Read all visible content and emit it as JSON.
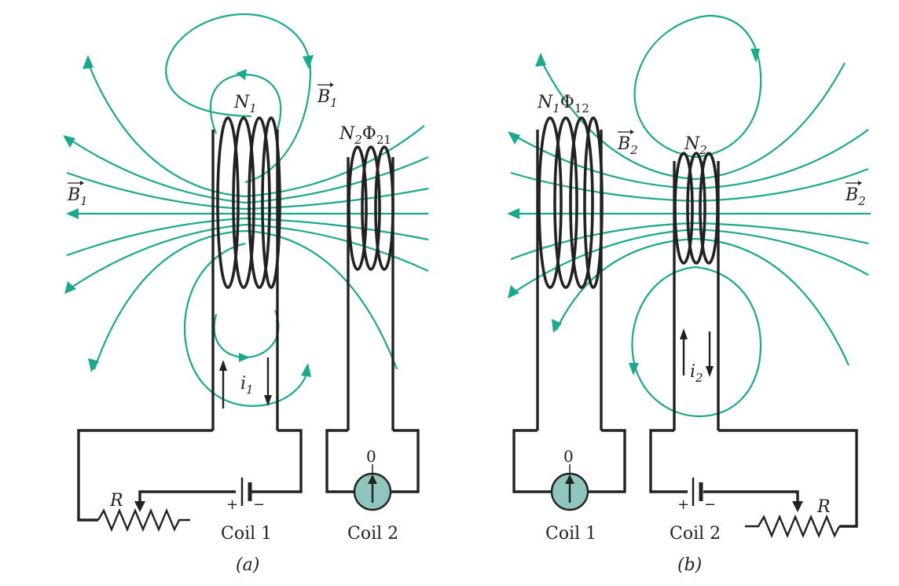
{
  "panel_a": {
    "caption": "(a)",
    "coil1_label": "Coil 1",
    "coil2_label": "Coil 2",
    "resistor_label": "R",
    "n1": "N",
    "n1_sub": "1",
    "n2phi": "N",
    "n2phi_sub1": "2",
    "n2phi_phi": "Φ",
    "n2phi_sub2": "21",
    "b_top": "B",
    "b_top_sub": "1",
    "b_left": "B",
    "b_left_sub": "1",
    "current": "i",
    "current_sub": "1",
    "meter_zero": "0",
    "battery_plus": "+",
    "battery_minus": "−"
  },
  "panel_b": {
    "caption": "(b)",
    "coil1_label": "Coil 1",
    "coil2_label": "Coil 2",
    "resistor_label": "R",
    "n1phi": "N",
    "n1phi_sub1": "1",
    "n1phi_phi": "Φ",
    "n1phi_sub2": "12",
    "n2": "N",
    "n2_sub": "2",
    "b_mid": "B",
    "b_mid_sub": "2",
    "b_right": "B",
    "b_right_sub": "2",
    "current": "i",
    "current_sub": "2",
    "meter_zero": "0",
    "battery_plus": "+",
    "battery_minus": "−"
  },
  "colors": {
    "field": "#1aa98c",
    "wire": "#222222",
    "meter": "#8fc5bd"
  }
}
